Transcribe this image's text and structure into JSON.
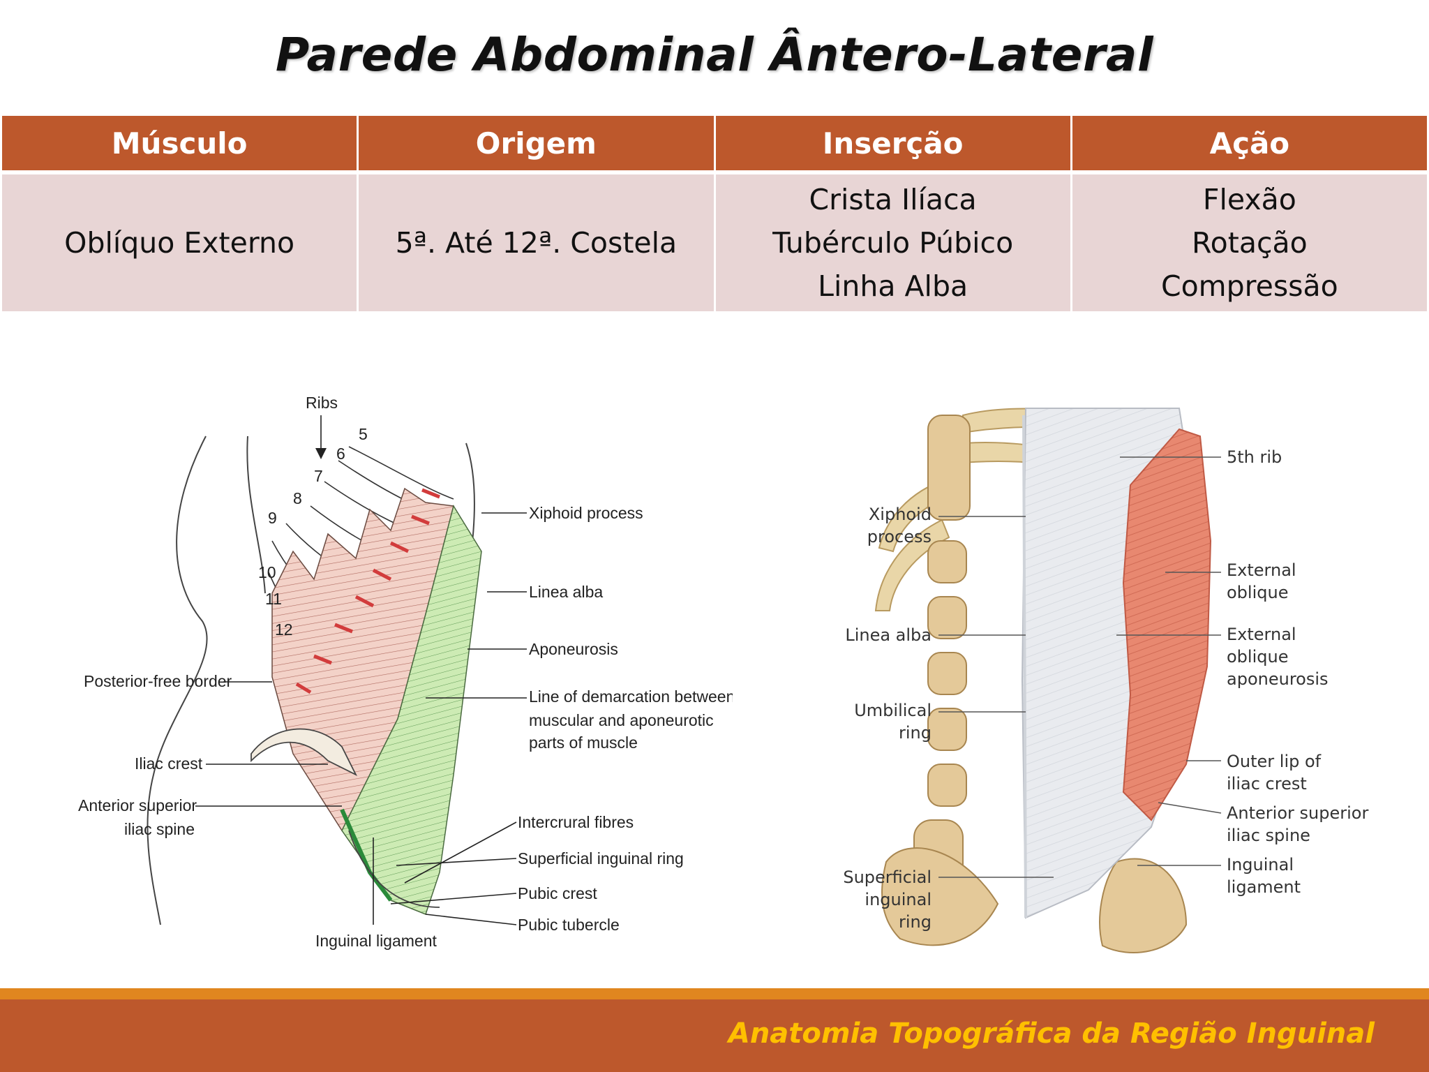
{
  "title": "Parede Abdominal Ântero-Lateral",
  "table": {
    "headers": [
      "Músculo",
      "Origem",
      "Inserção",
      "Ação"
    ],
    "row": {
      "muscle": "Oblíquo Externo",
      "origin": "5ª. Até 12ª. Costela",
      "insertion": [
        "Crista Ilíaca",
        "Tubérculo Púbico",
        "Linha Alba"
      ],
      "action": [
        "Flexão",
        "Rotação",
        "Compressão"
      ]
    }
  },
  "figure_left": {
    "labels": {
      "ribs": "Ribs",
      "rib_numbers": [
        "5",
        "6",
        "7",
        "8",
        "9",
        "10",
        "11",
        "12"
      ],
      "xiphoid": "Xiphoid process",
      "linea_alba": "Linea alba",
      "aponeurosis": "Aponeurosis",
      "demarcation": [
        "Line of demarcation between",
        "muscular and aponeurotic",
        "parts of muscle"
      ],
      "posterior_free_border": "Posterior-free border",
      "iliac_crest": "Iliac crest",
      "asis": [
        "Anterior superior",
        "iliac spine"
      ],
      "intercrural": "Intercrural fibres",
      "superficial_ring": "Superficial inguinal ring",
      "pubic_crest": "Pubic crest",
      "pubic_tubercle": "Pubic tubercle",
      "inguinal_ligament": "Inguinal ligament"
    }
  },
  "figure_right": {
    "labels": {
      "fifth_rib": "5th rib",
      "xiphoid": [
        "Xiphoid",
        "process"
      ],
      "external_oblique": [
        "External",
        "oblique"
      ],
      "linea_alba": "Linea alba",
      "ext_oblique_aponeurosis": [
        "External",
        "oblique",
        "aponeurosis"
      ],
      "umbilical_ring": [
        "Umbilical",
        "ring"
      ],
      "outer_lip": [
        "Outer lip of",
        "iliac crest"
      ],
      "asis": [
        "Anterior superior",
        "iliac spine"
      ],
      "inguinal_ligament": [
        "Inguinal",
        "ligament"
      ],
      "superficial_ring": [
        "Superficial",
        "inguinal",
        "ring"
      ]
    }
  },
  "footer": "Anatomia Topográfica da Região Inguinal",
  "colors": {
    "accent": "#bd582c",
    "stripe": "#e0861f",
    "footer_text": "#ffc000",
    "table_row": "#e8d5d5",
    "muscle_fill": "#f0c8bc",
    "aponeurosis_fill": "#c6e8b0",
    "muscle_red": "#e88870"
  }
}
